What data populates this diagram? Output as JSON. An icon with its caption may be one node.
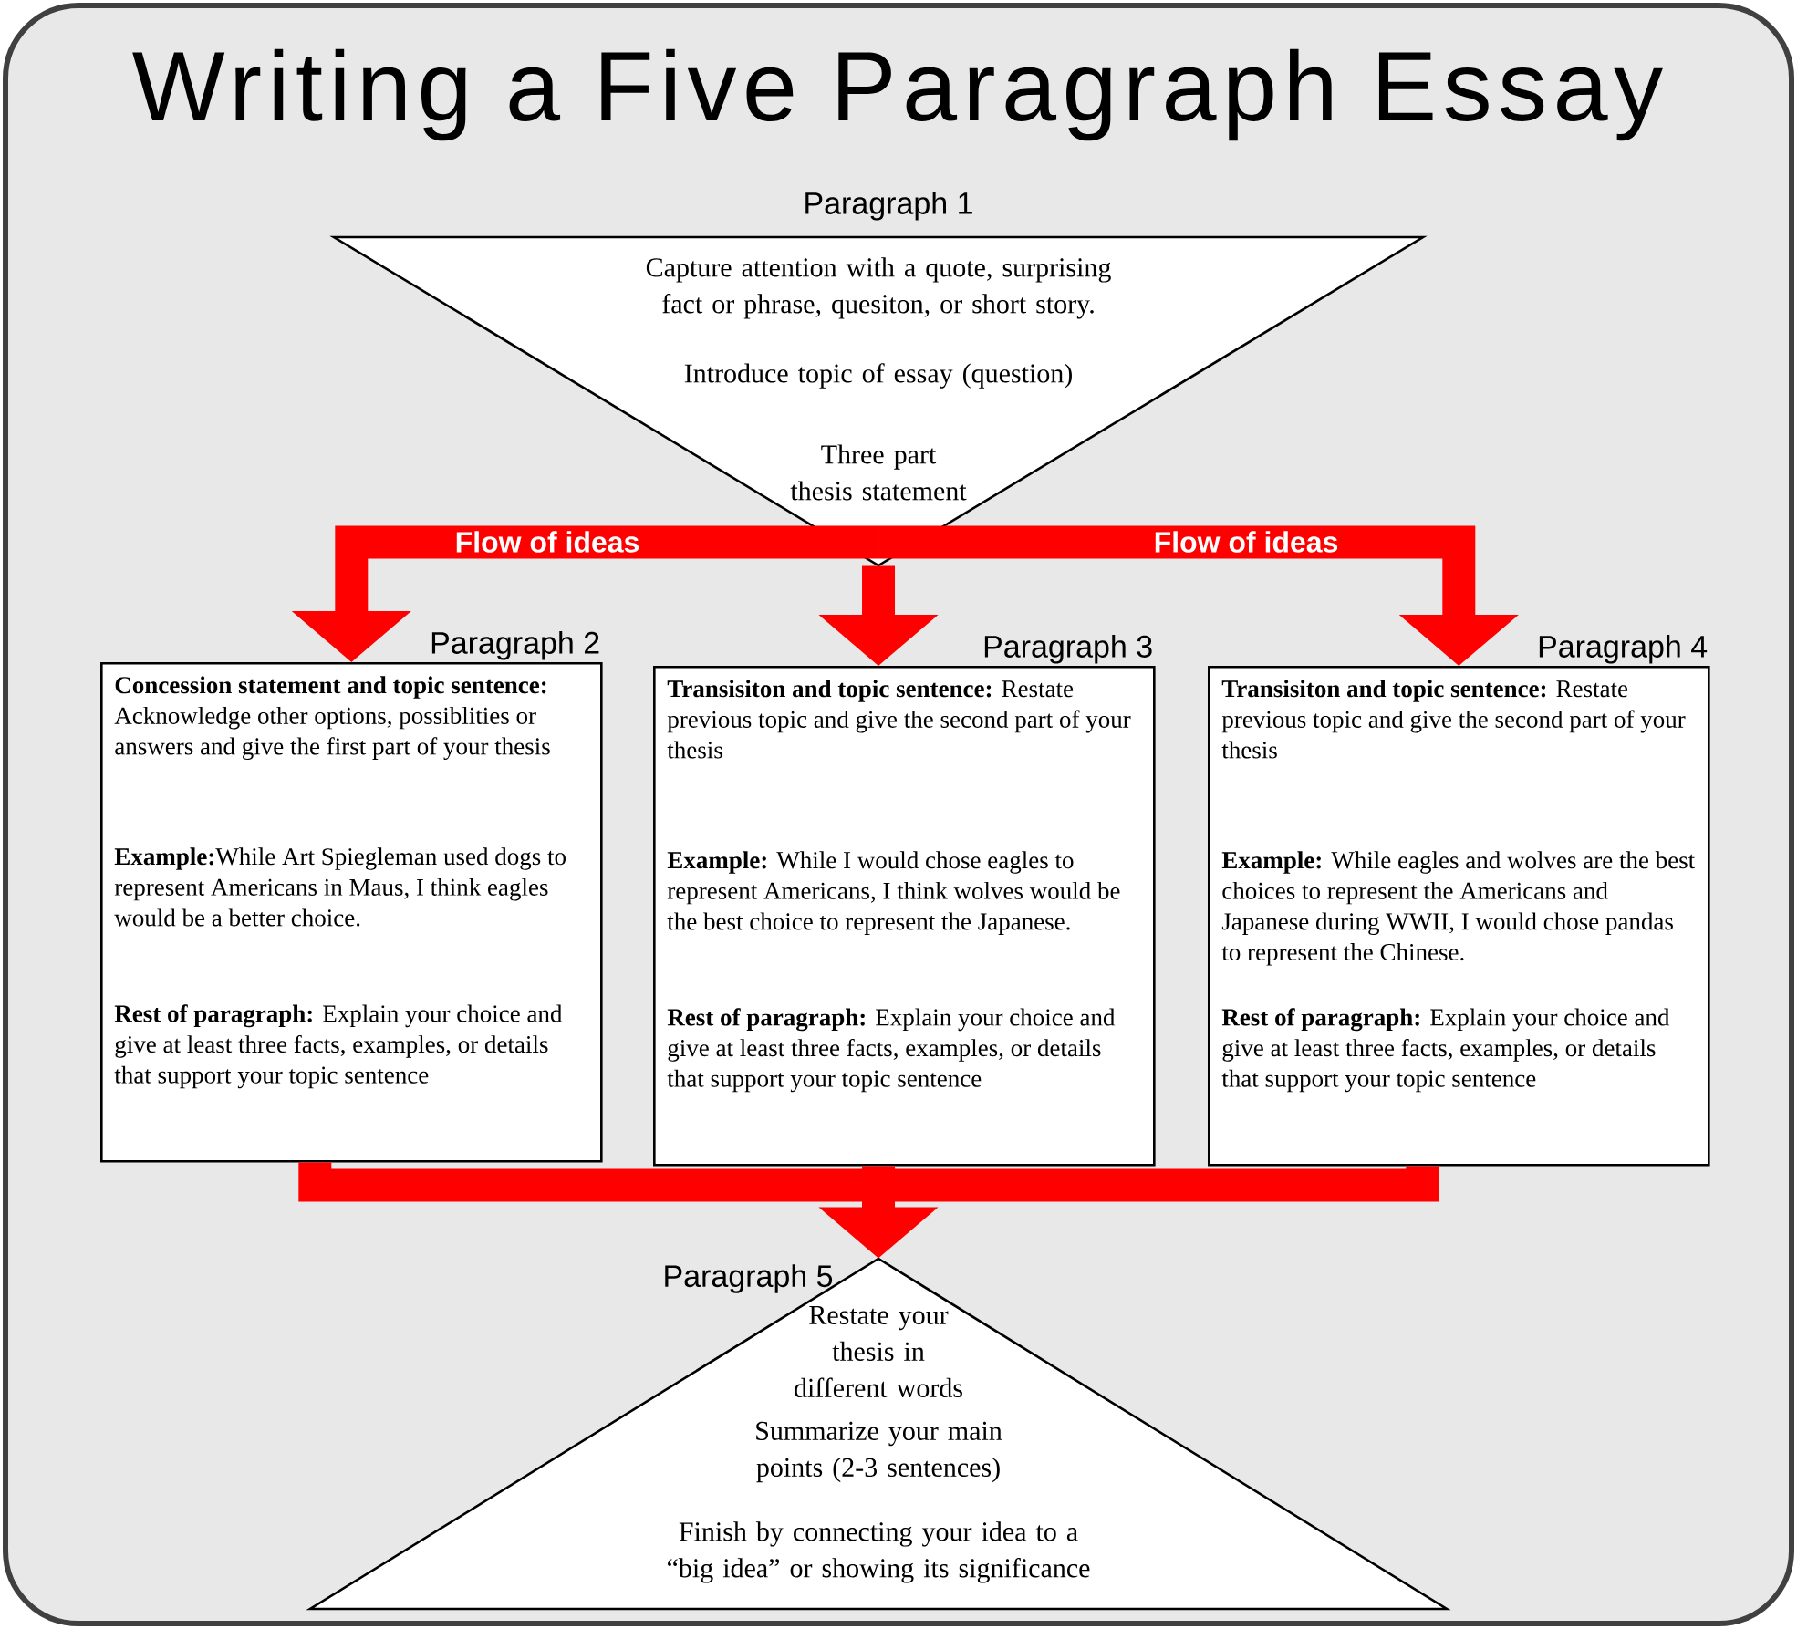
{
  "diagram": {
    "title": "Writing a Five Paragraph Essay",
    "nodes": [
      {
        "text": [
          "Paragraph 1",
          "Capture attention with a quote, surprising fact or phrase, quesiton, or short story.",
          "Introduce topic of essay (question)",
          "Three part thesis statement"
        ]
      },
      {
        "text": [
          "Paragraph 2",
          "**Concession statement and topic sentence:** Acknowledge other options, possiblities or answers and give the first part of your thesis",
          "**Example:**While Art Spiegleman used dogs to represent Americans in Maus, I think eagles would be a better choice.",
          "**Rest of paragraph:** Explain your choice and give at least three facts, examples, or details that support your topic sentence"
        ]
      },
      {
        "text": [
          "Paragraph 3",
          "**Transisiton and topic sentence:** Restate previous topic and give the second part of your thesis",
          "**Example:** While I would chose eagles to represent Americans, I think wolves would be the best choice to represent the Japanese.",
          "**Rest of paragraph:** Explain your choice and give at least three facts, examples, or details that support your topic sentence"
        ]
      },
      {
        "text": [
          "Paragraph 4",
          "**Transisiton and topic sentence:** Restate previous topic and give the second part of your thesis",
          "**Example:** While eagles and wolves are the best choices to represent the Americans and Japanese during WWII, I would chose pandas to represent the Chinese.",
          "**Rest of paragraph:** Explain your choice and give at least three facts, examples, or details that support your topic sentence"
        ]
      },
      {
        "text": [
          "Paragraph 5",
          "Restate your thesis in different words",
          "Summarize your main points (2-3 sentences)",
          "Finish by connecting your idea to a “big idea” or showing its significance"
        ]
      }
    ],
    "edges": [
      {
        "from": 0,
        "to": 1,
        "arrow": "to",
        "label": "Flow of ideas"
      },
      {
        "from": 0,
        "to": 2,
        "arrow": "to"
      },
      {
        "from": 0,
        "to": 3,
        "arrow": "to",
        "label": "Flow of ideas"
      },
      {
        "from": 1,
        "to": 4,
        "arrow": "to"
      },
      {
        "from": 2,
        "to": 4,
        "arrow": "to"
      },
      {
        "from": 3,
        "to": 4,
        "arrow": "to"
      }
    ]
  }
}
